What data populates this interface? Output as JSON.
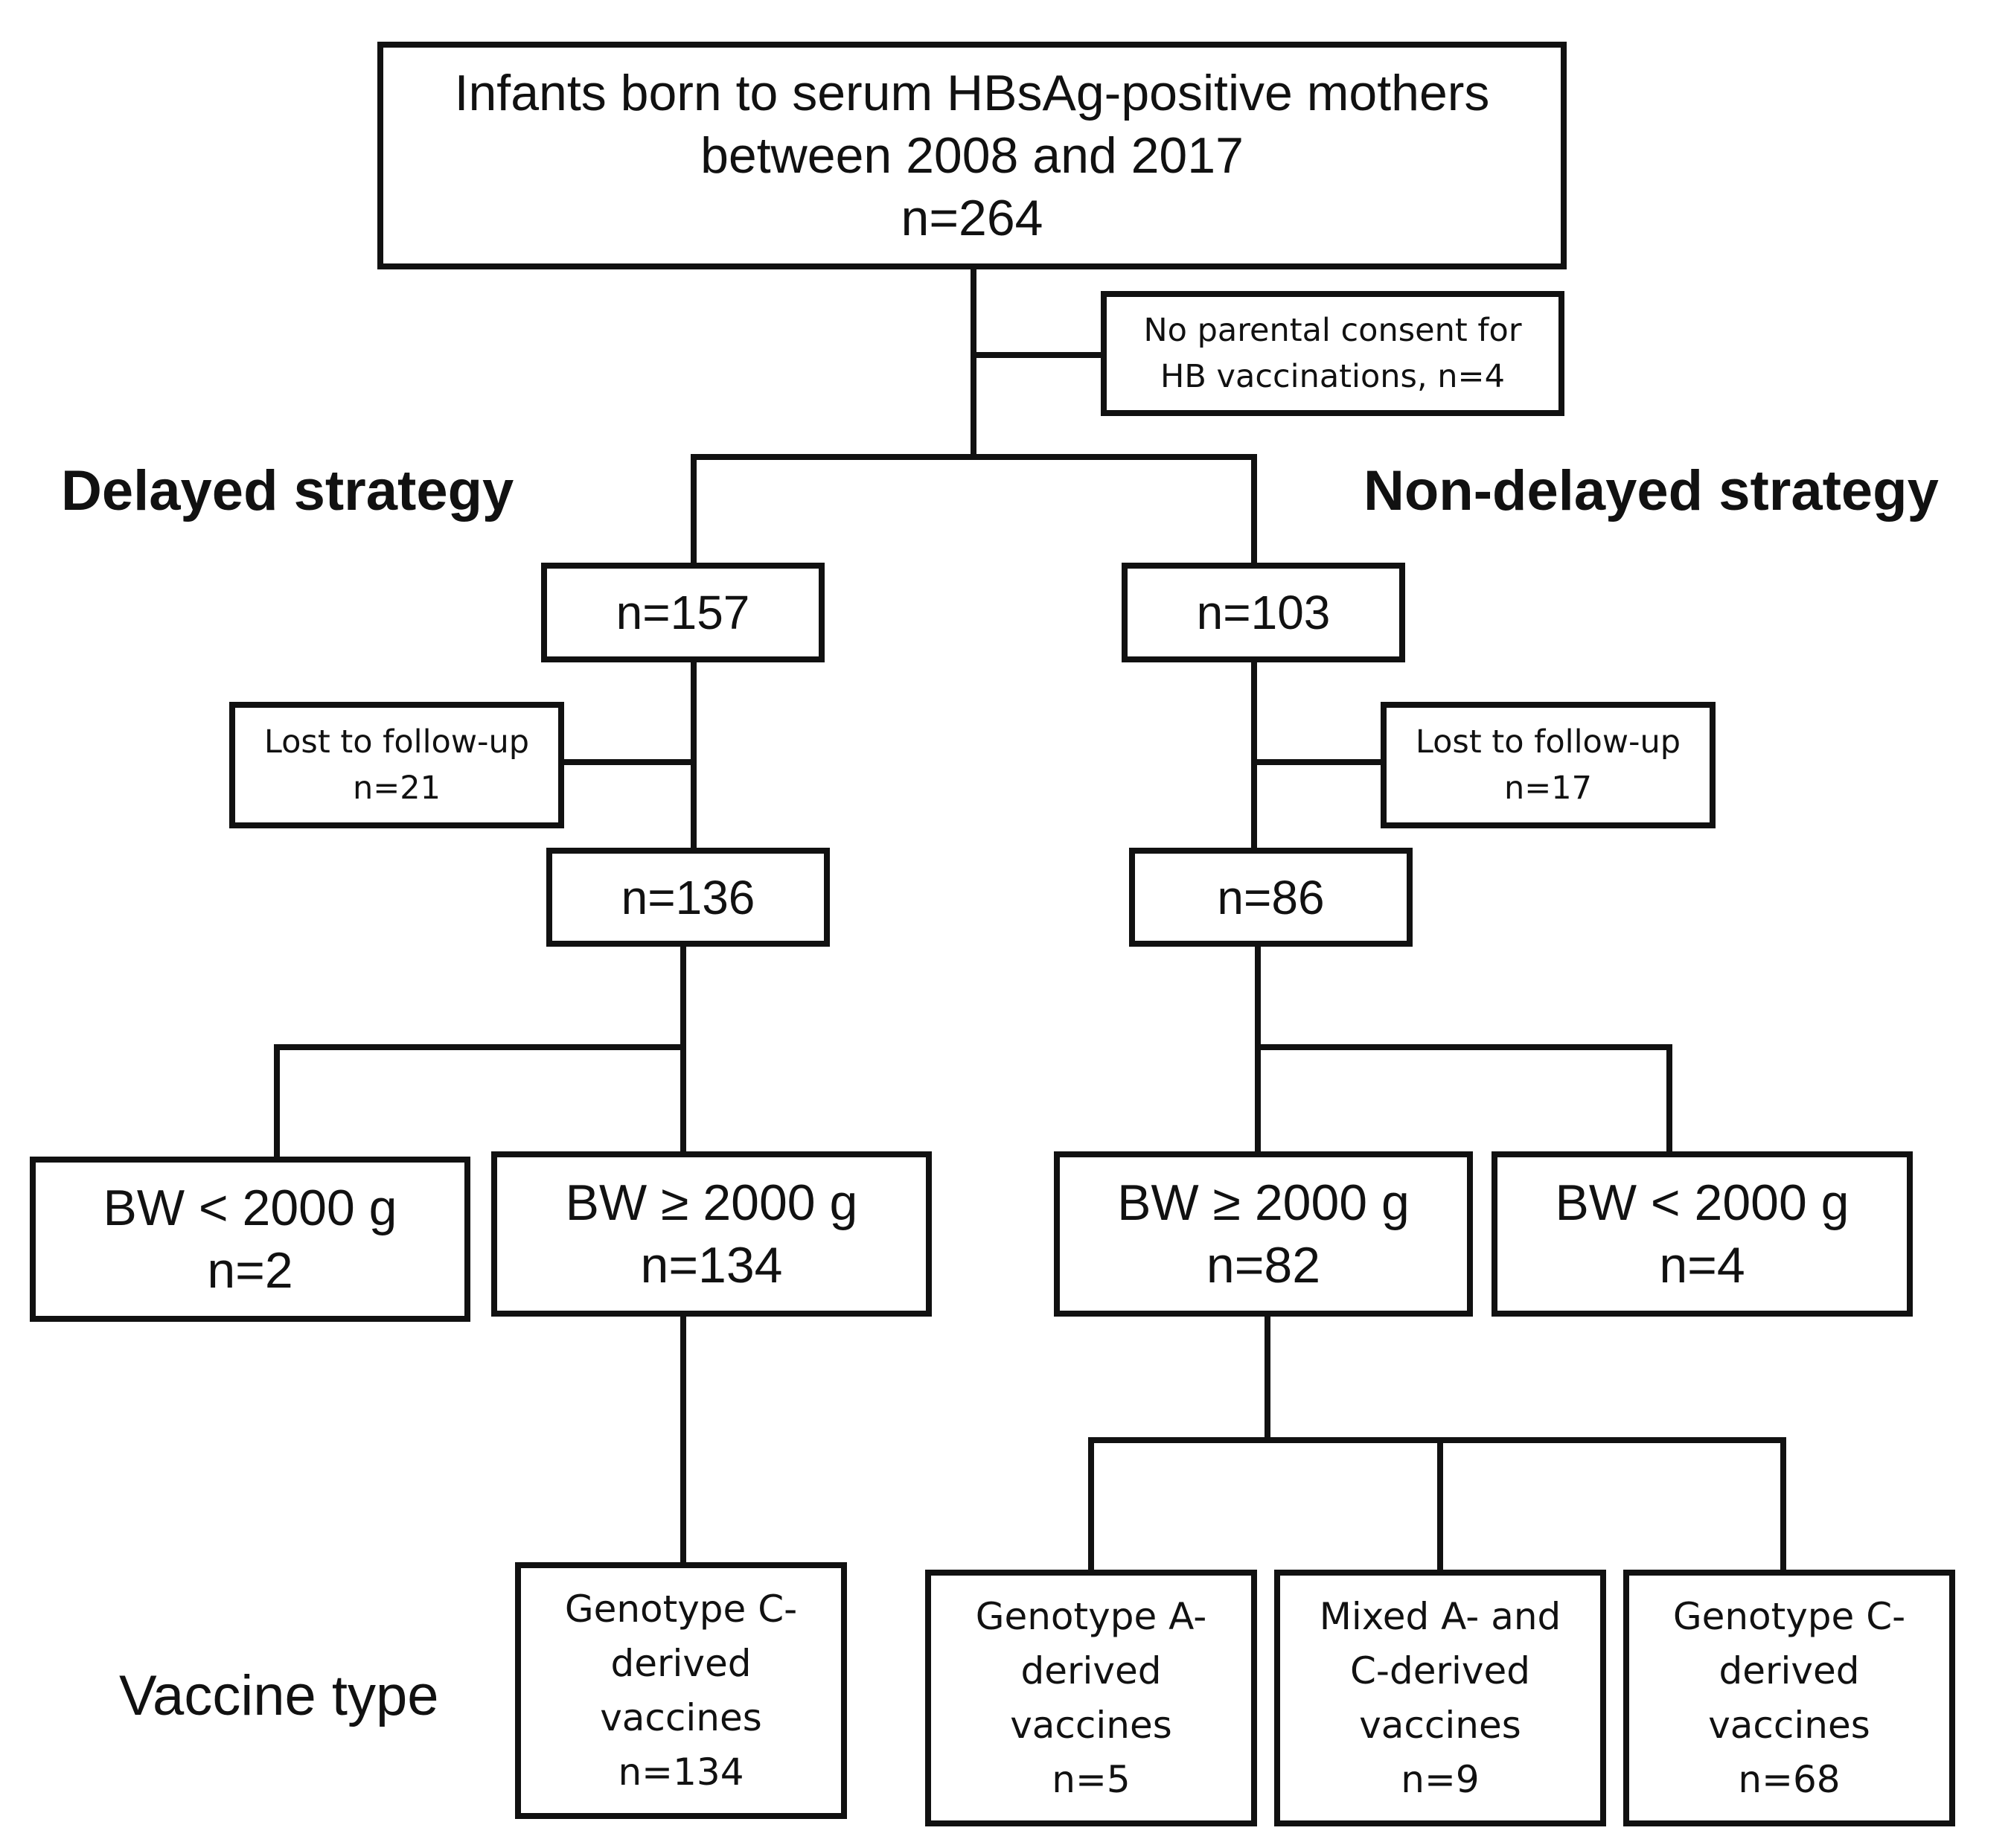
{
  "title_box": {
    "line1": "Infants born to serum HBsAg-positive mothers",
    "line2": "between 2008 and 2017",
    "count": "n=264"
  },
  "exclusion_consent": {
    "line1": "No parental consent for",
    "line2": "HB vaccinations, n=4"
  },
  "delayed": {
    "heading": "Delayed strategy",
    "initial": "n=157",
    "lost": {
      "line1": "Lost to follow-up",
      "line2": "n=21"
    },
    "followed": "n=136",
    "bw_low": {
      "line1": "BW < 2000 g",
      "line2": "n=2"
    },
    "bw_high": {
      "line1": "BW ≥ 2000 g",
      "line2": "n=134"
    },
    "vaccine_c": {
      "line1": "Genotype C-",
      "line2": "derived",
      "line3": "vaccines",
      "count": "n=134"
    }
  },
  "non_delayed": {
    "heading": "Non-delayed strategy",
    "initial": "n=103",
    "lost": {
      "line1": "Lost to follow-up",
      "line2": "n=17"
    },
    "followed": "n=86",
    "bw_high": {
      "line1": "BW ≥ 2000 g",
      "line2": "n=82"
    },
    "bw_low": {
      "line1": "BW < 2000 g",
      "line2": "n=4"
    },
    "vaccine_a": {
      "line1": "Genotype A-",
      "line2": "derived",
      "line3": "vaccines",
      "count": "n=5"
    },
    "vaccine_mixed": {
      "line1": "Mixed A- and",
      "line2": "C-derived",
      "line3": "vaccines",
      "count": "n=9"
    },
    "vaccine_c": {
      "line1": "Genotype C-",
      "line2": "derived",
      "line3": "vaccines",
      "count": "n=68"
    }
  },
  "row_label_vaccine": "Vaccine type",
  "colors": {
    "line": "#111111",
    "background": "#ffffff"
  }
}
